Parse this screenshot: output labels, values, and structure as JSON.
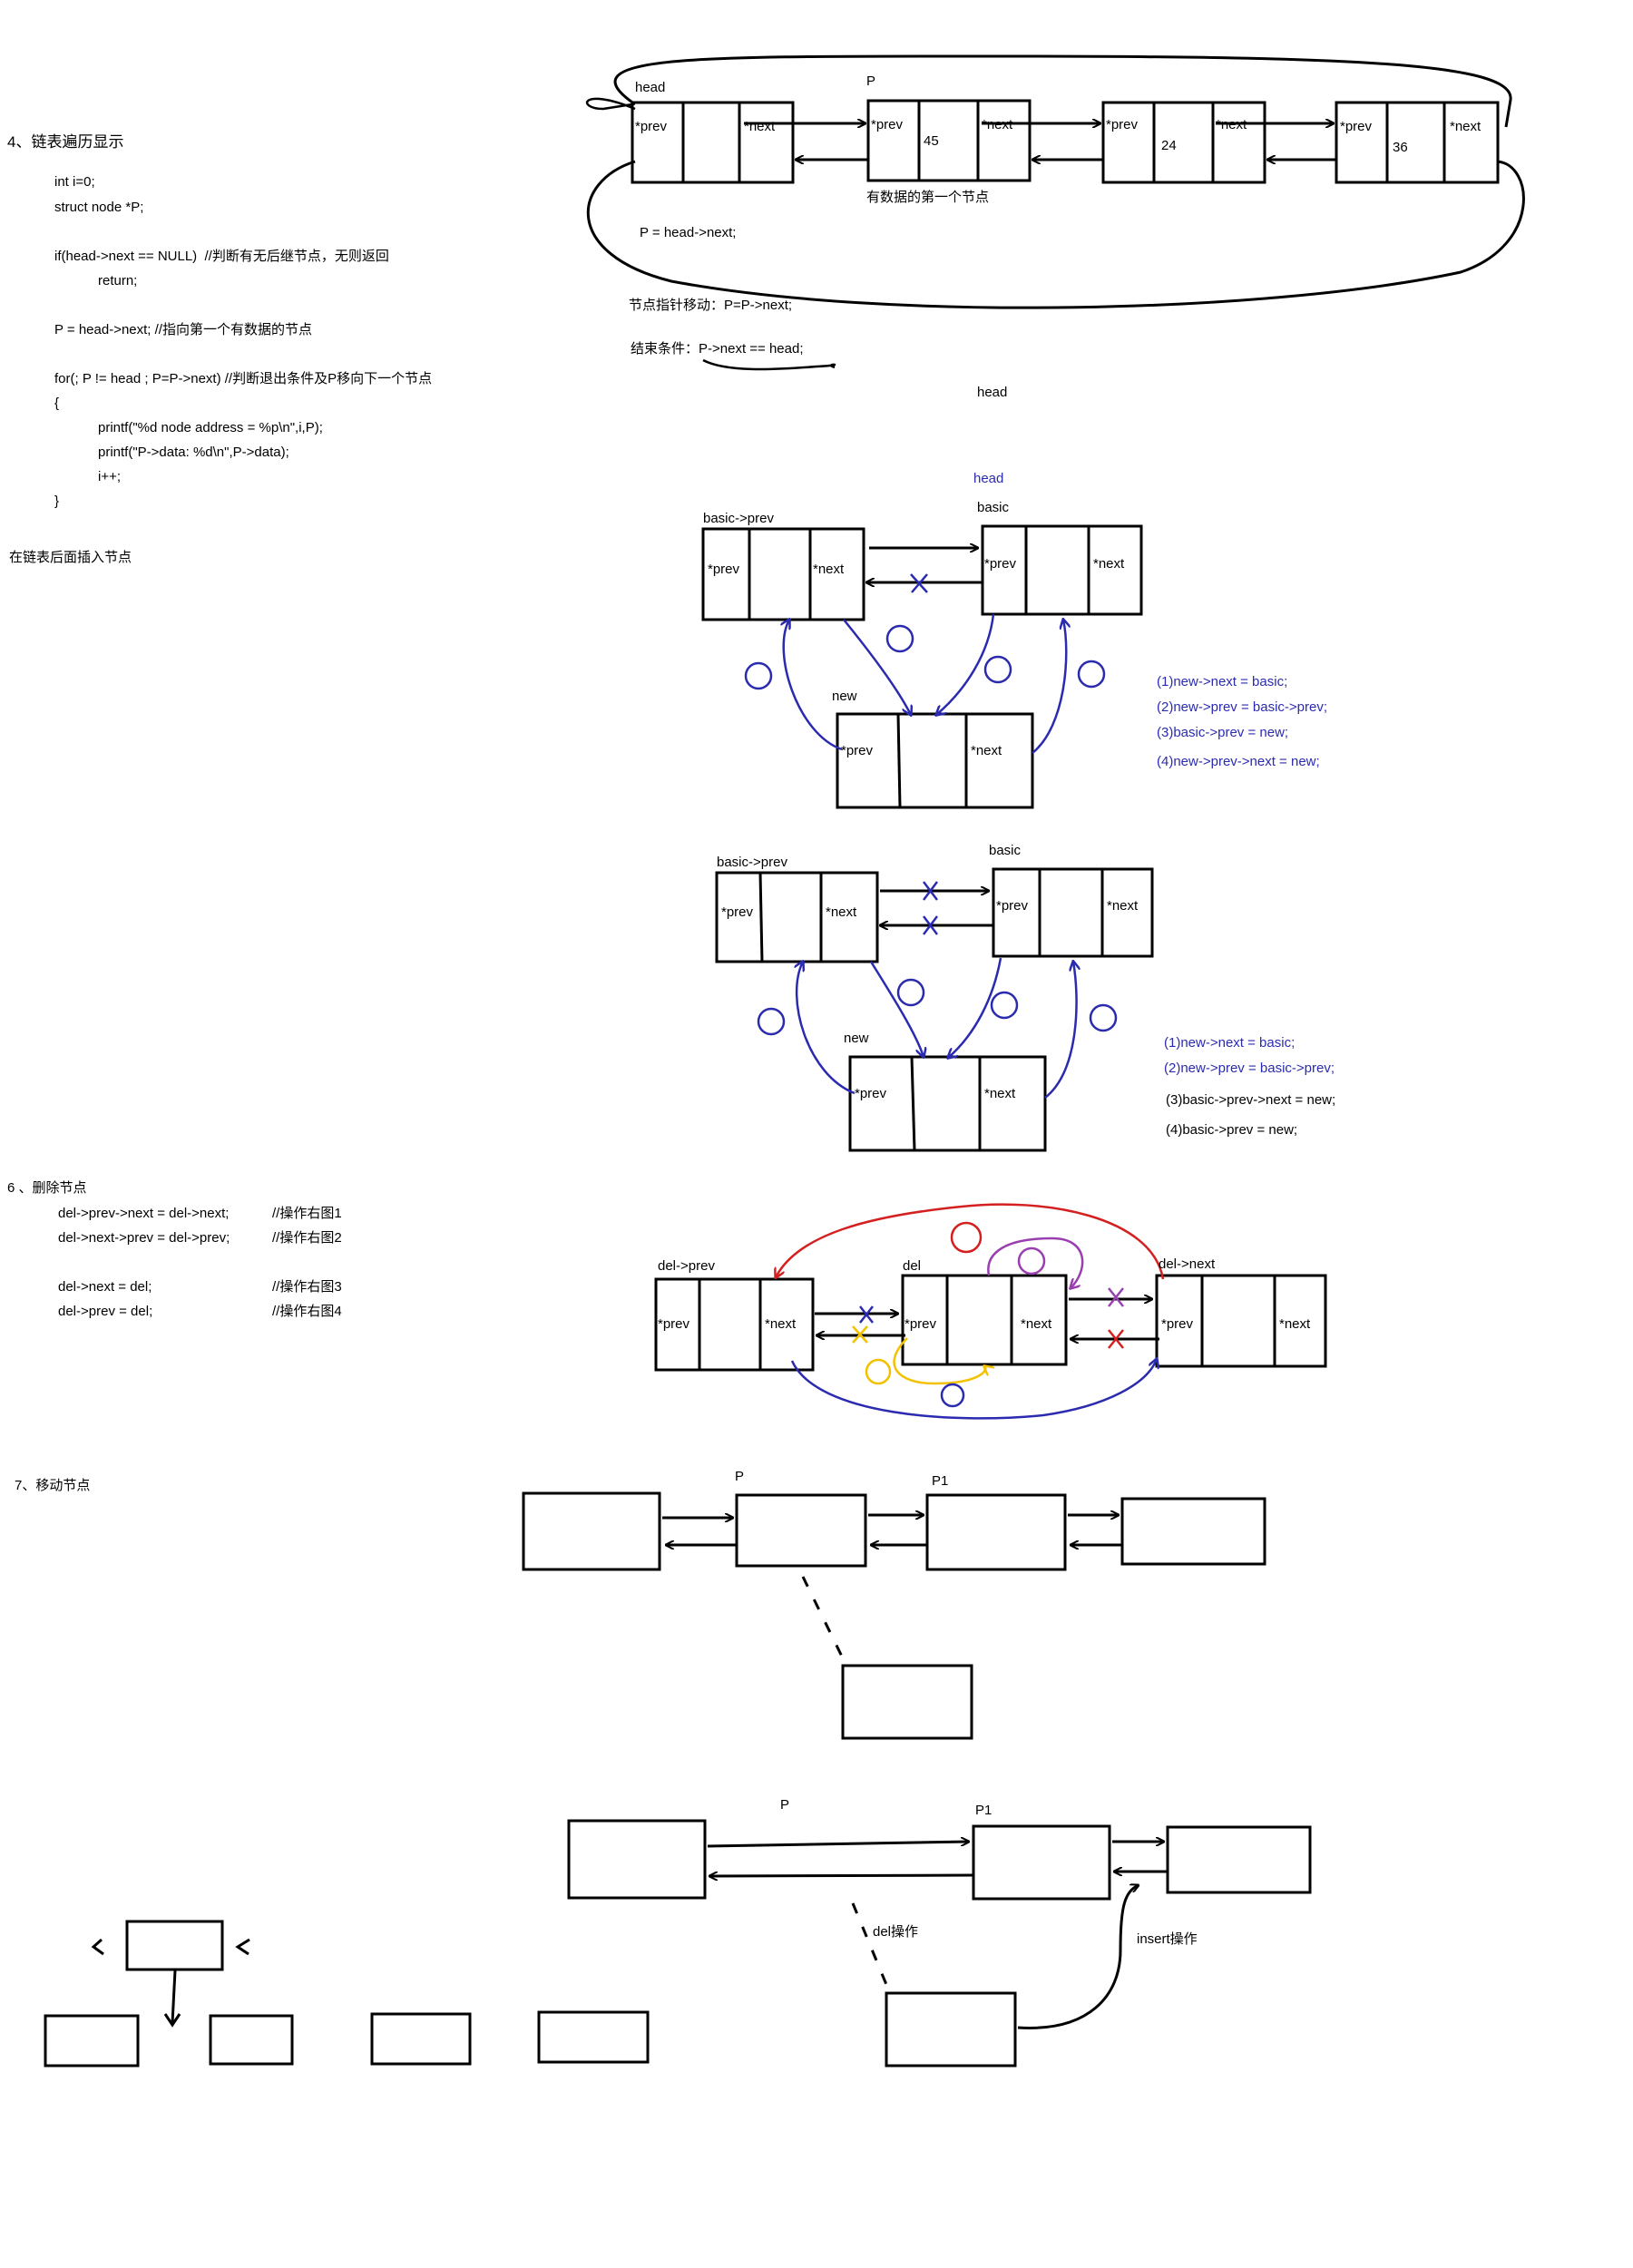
{
  "left_panel": {
    "sec4_title": "4、链表遍历显示",
    "code": [
      "int i=0;",
      "struct node *P;",
      "if(head->next == NULL)  //判断有无后继节点，无则返回",
      "return;",
      "P = head->next; //指向第一个有数据的节点",
      "for(; P != head ; P=P->next) //判断退出条件及P移向下一个节点",
      "{",
      "printf(\"%d node address = %p\\n\",i,P);",
      "printf(\"P->data: %d\\n\",P->data);",
      "i++;",
      "}"
    ],
    "insert_title": "在链表后面插入节点",
    "sec6_title": "6 、删除节点",
    "delete_code": [
      "del->prev->next = del->next;",
      "del->next->prev = del->prev;",
      "del->next = del;",
      "del->prev = del;"
    ],
    "delete_notes": [
      "//操作右图1",
      "//操作右图2",
      "//操作右图3",
      "//操作右图4"
    ],
    "sec7_title": "7、移动节点"
  },
  "traversal": {
    "head_label": "head",
    "p_label": "P",
    "prev_field": "*prev",
    "next_field": "*next",
    "values": [
      "45",
      "24",
      "36"
    ],
    "first_node_note": "有数据的第一个节点",
    "p_assign": "P = head->next;",
    "move_note": "节点指针移动：P=P->next;",
    "end_note": "结束条件：P->next == head;",
    "head_below": "head"
  },
  "insert_before": {
    "head_blue": "head",
    "basic_label": "basic",
    "basic_prev_label": "basic->prev",
    "new_label": "new",
    "steps": [
      "(1)new->next = basic;",
      "(2)new->prev = basic->prev;",
      "(3)basic->prev = new;",
      "(4)new->prev->next = new;"
    ]
  },
  "insert_after": {
    "basic_label": "basic",
    "basic_prev_label": "basic->prev",
    "new_label": "new",
    "steps": [
      "(1)new->next = basic;",
      "(2)new->prev = basic->prev;",
      "(3)basic->prev->next = new;",
      "(4)basic->prev = new;"
    ]
  },
  "delete_node": {
    "del_prev_label": "del->prev",
    "del_label": "del",
    "del_next_label": "del->next"
  },
  "move_node": {
    "p_label": "P",
    "p1_label": "P1",
    "del_op": "del操作",
    "insert_op": "insert操作"
  },
  "colors": {
    "ink": "#000000",
    "pen_blue": "#2b2bb0",
    "pen_red": "#d42020",
    "pen_purple": "#9a3fb0",
    "pen_yellow": "#f2c200"
  }
}
